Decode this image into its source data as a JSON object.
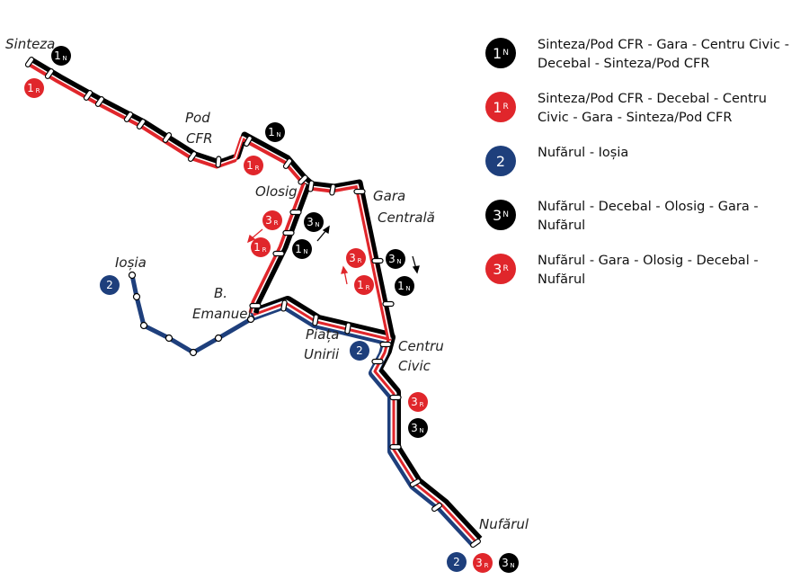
{
  "colors": {
    "black_line": "#000000",
    "red_line": "#e0262b",
    "blue_line": "#1e3f7c",
    "station_fill": "#ffffff"
  },
  "stations": [
    {
      "id": "sinteza",
      "label_lines": [
        "Sinteza"
      ]
    },
    {
      "id": "pod-cfr",
      "label_lines": [
        "Pod",
        "CFR"
      ]
    },
    {
      "id": "olosig",
      "label_lines": [
        "Olosig"
      ]
    },
    {
      "id": "gara-centrala",
      "label_lines": [
        "Gara",
        "Centrală"
      ]
    },
    {
      "id": "iosia",
      "label_lines": [
        "Ioșia"
      ]
    },
    {
      "id": "b-emanuel",
      "label_lines": [
        "B.",
        "Emanuel"
      ]
    },
    {
      "id": "piata-unirii",
      "label_lines": [
        "Piața",
        "Unirii"
      ]
    },
    {
      "id": "centru-civic",
      "label_lines": [
        "Centru",
        "Civic"
      ]
    },
    {
      "id": "nufarul",
      "label_lines": [
        "Nufărul"
      ]
    }
  ],
  "map_badges": [
    {
      "line": "1",
      "dir": "N",
      "color": "#000000",
      "place": "sinteza"
    },
    {
      "line": "1",
      "dir": "R",
      "color": "#e0262b",
      "place": "sinteza"
    },
    {
      "line": "1",
      "dir": "N",
      "color": "#000000",
      "place": "pod-cfr"
    },
    {
      "line": "1",
      "dir": "R",
      "color": "#e0262b",
      "place": "pod-cfr"
    },
    {
      "line": "3",
      "dir": "R",
      "color": "#e0262b",
      "place": "olosig-west"
    },
    {
      "line": "1",
      "dir": "R",
      "color": "#e0262b",
      "place": "olosig-west"
    },
    {
      "line": "3",
      "dir": "N",
      "color": "#000000",
      "place": "olosig-east"
    },
    {
      "line": "1",
      "dir": "N",
      "color": "#000000",
      "place": "olosig-east"
    },
    {
      "line": "3",
      "dir": "R",
      "color": "#e0262b",
      "place": "gara-west"
    },
    {
      "line": "1",
      "dir": "R",
      "color": "#e0262b",
      "place": "gara-west"
    },
    {
      "line": "3",
      "dir": "N",
      "color": "#000000",
      "place": "gara-east"
    },
    {
      "line": "1",
      "dir": "N",
      "color": "#000000",
      "place": "gara-east"
    },
    {
      "line": "2",
      "dir": "",
      "color": "#1e3f7c",
      "place": "iosia"
    },
    {
      "line": "2",
      "dir": "",
      "color": "#1e3f7c",
      "place": "piata-unirii"
    },
    {
      "line": "3",
      "dir": "R",
      "color": "#e0262b",
      "place": "south"
    },
    {
      "line": "3",
      "dir": "N",
      "color": "#000000",
      "place": "south"
    },
    {
      "line": "2",
      "dir": "",
      "color": "#1e3f7c",
      "place": "nufarul"
    },
    {
      "line": "3",
      "dir": "R",
      "color": "#e0262b",
      "place": "nufarul"
    },
    {
      "line": "3",
      "dir": "N",
      "color": "#000000",
      "place": "nufarul"
    }
  ],
  "legend": [
    {
      "line": "1",
      "dir": "N",
      "color": "#000000",
      "text": "Sinteza/Pod CFR - Gara - Centru Civic - Decebal - Sinteza/Pod CFR"
    },
    {
      "line": "1",
      "dir": "R",
      "color": "#e0262b",
      "text": "Sinteza/Pod CFR - Decebal - Centru Civic - Gara - Sinteza/Pod CFR"
    },
    {
      "line": "2",
      "dir": "",
      "color": "#1e3f7c",
      "text": "Nufărul - Ioșia"
    },
    {
      "line": "3",
      "dir": "N",
      "color": "#000000",
      "text": "Nufărul - Decebal - Olosig - Gara - Nufărul"
    },
    {
      "line": "3",
      "dir": "R",
      "color": "#e0262b",
      "text": "Nufărul - Gara - Olosig - Decebal - Nufărul"
    }
  ]
}
